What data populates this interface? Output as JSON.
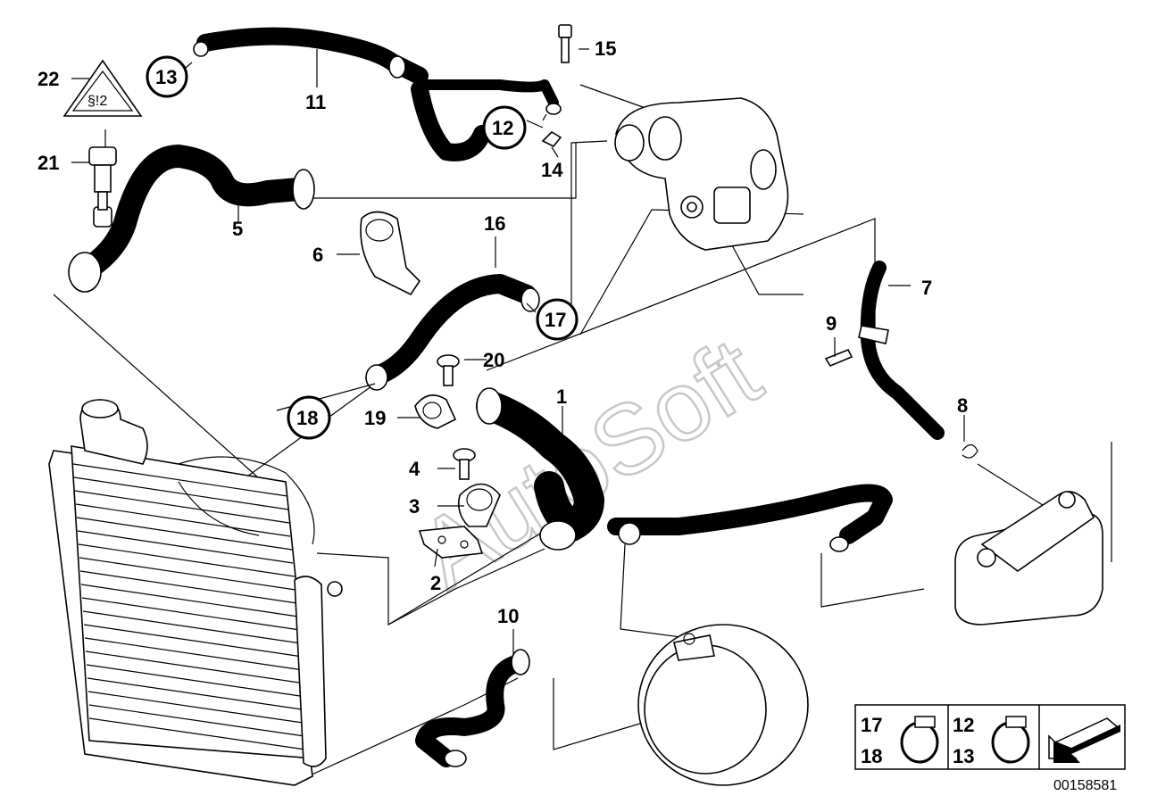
{
  "watermark": "AutoSoft",
  "callouts": {
    "p1": "1",
    "p2": "2",
    "p3": "3",
    "p4": "4",
    "p5": "5",
    "p6": "6",
    "p7": "7",
    "p8": "8",
    "p9": "9",
    "p10": "10",
    "p11": "11",
    "p12": "12",
    "p13": "13",
    "p14": "14",
    "p15": "15",
    "p16": "16",
    "p17": "17",
    "p18": "18",
    "p19": "19",
    "p20": "20",
    "p21": "21",
    "p22": "22"
  },
  "legend": {
    "row1_left": "17",
    "row2_left": "18",
    "row1_right": "12",
    "row2_right": "13"
  },
  "reference_number": "00158581"
}
